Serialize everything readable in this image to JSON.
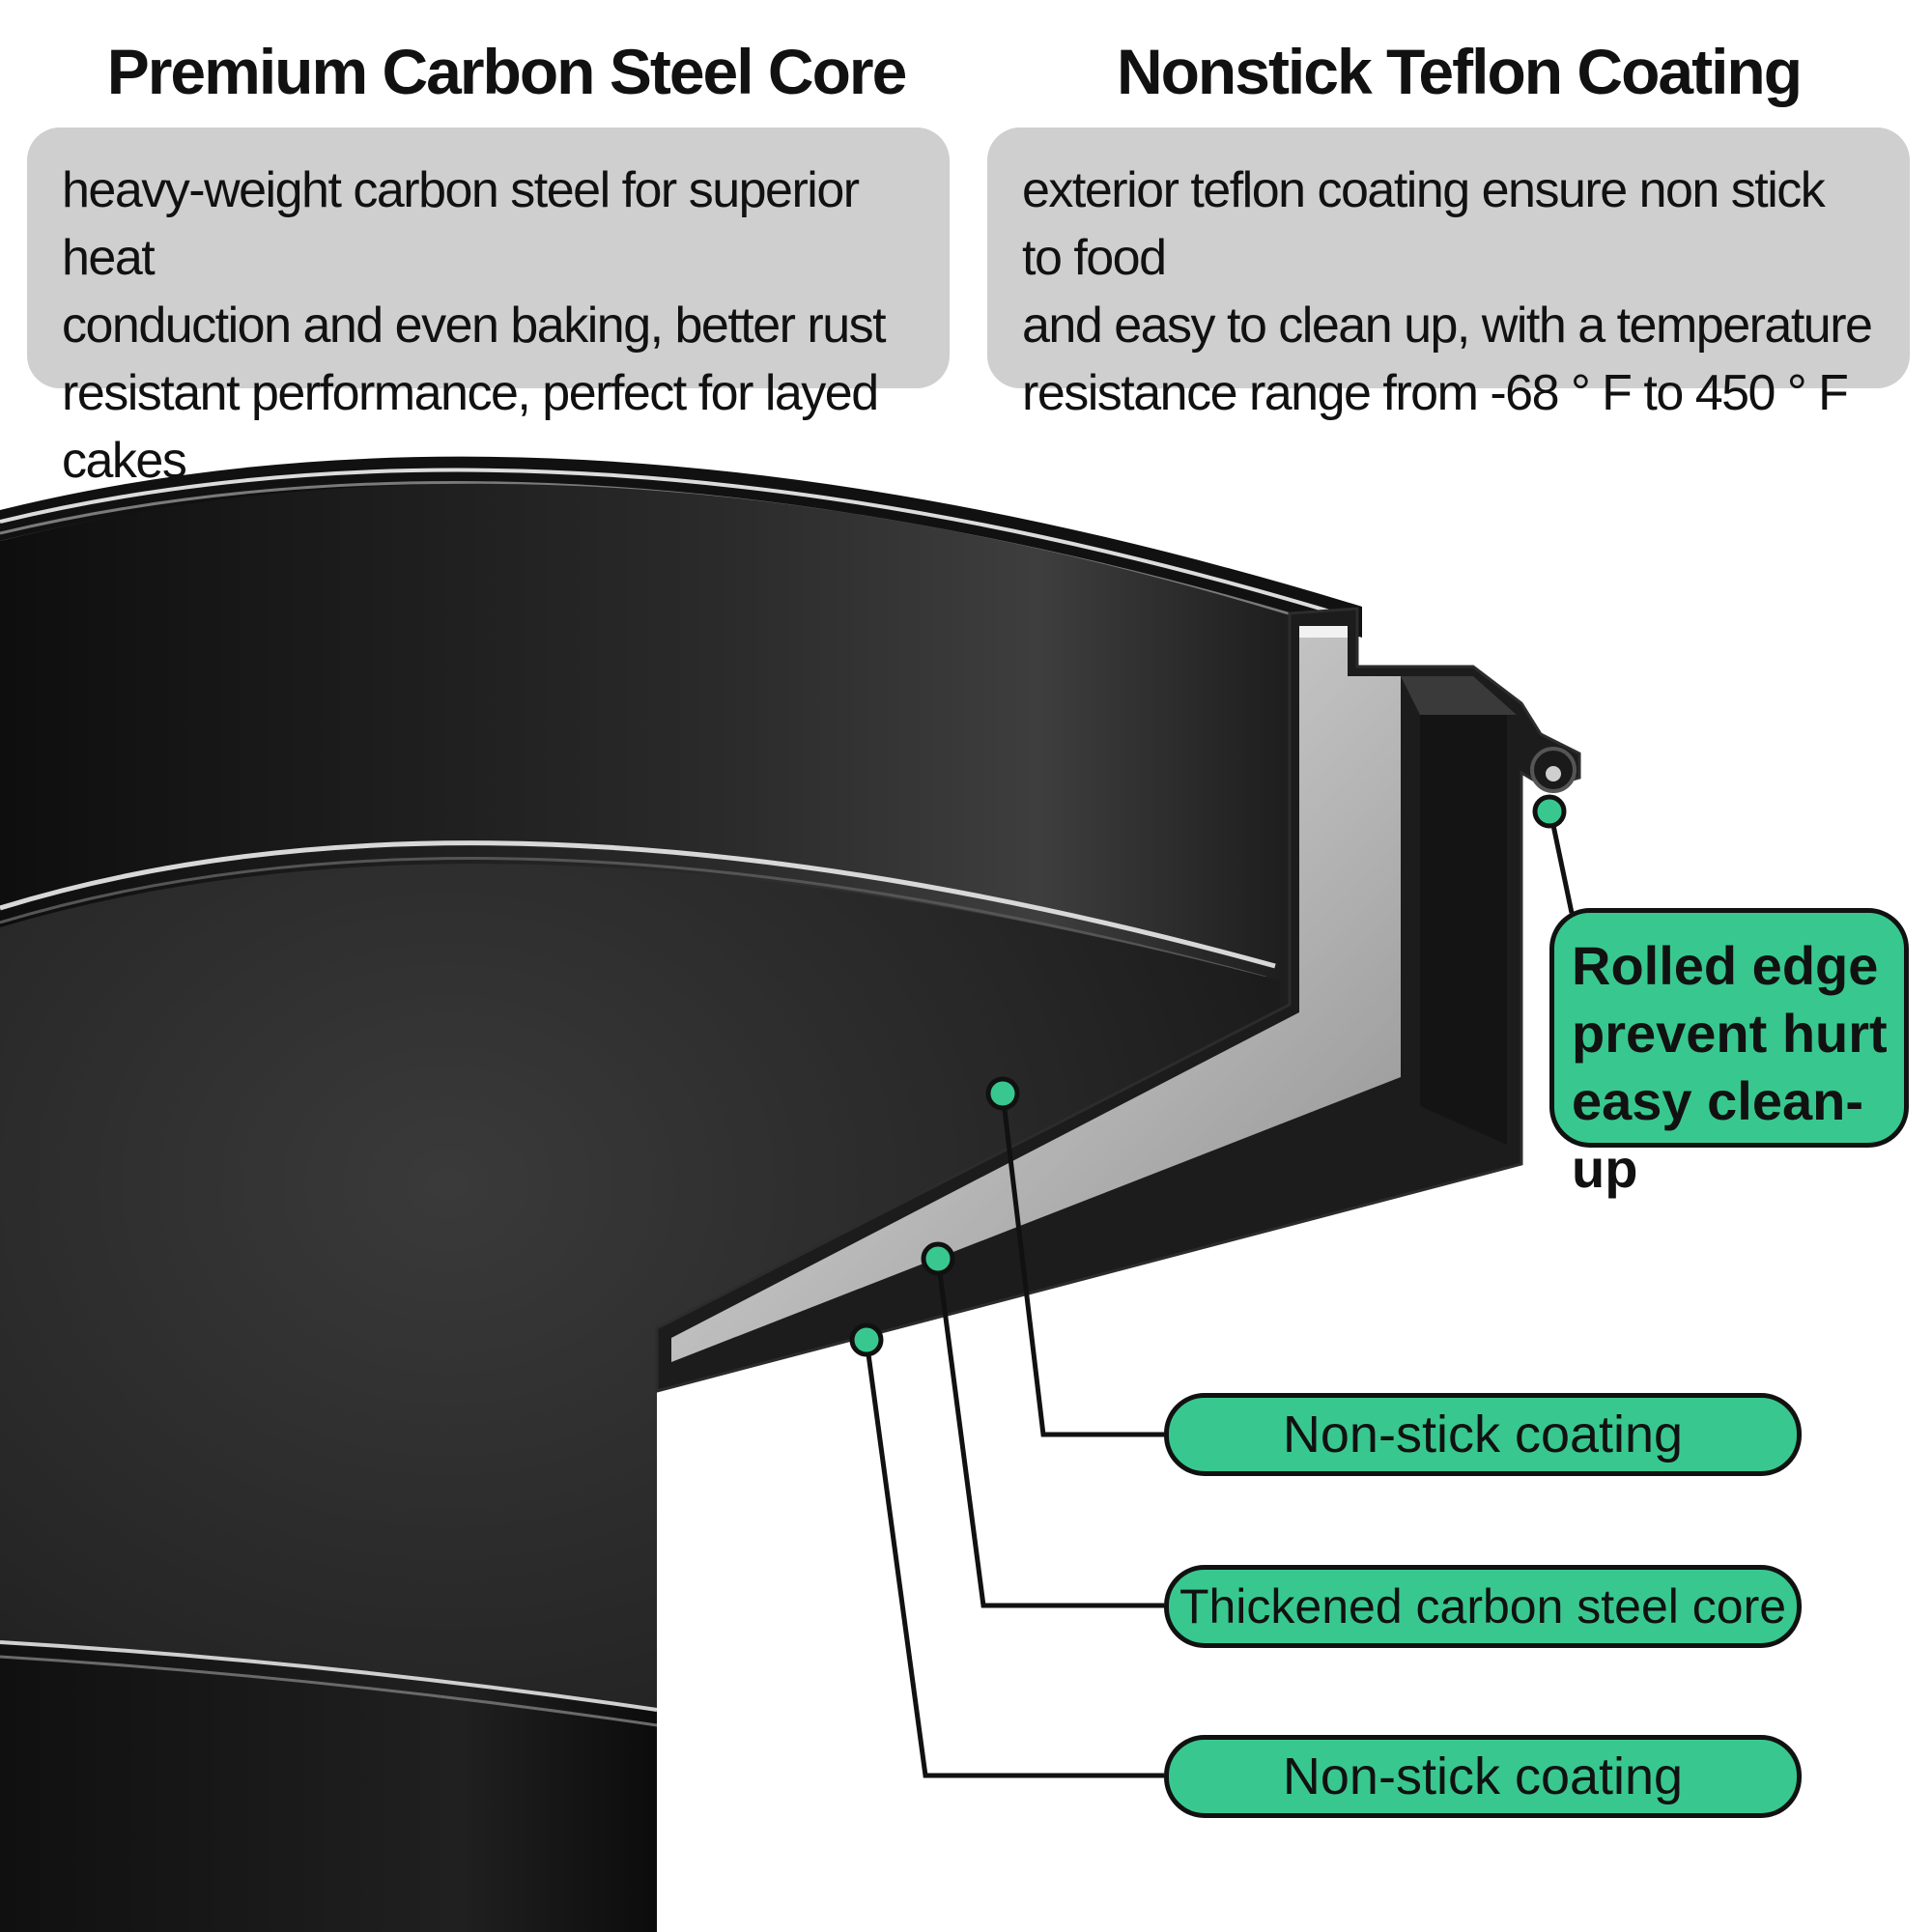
{
  "sections": [
    {
      "title": "Premium Carbon Steel Core",
      "lines": [
        "heavy-weight carbon steel for superior heat",
        "conduction and even baking, better rust",
        "resistant performance, perfect for layed cakes"
      ]
    },
    {
      "title": "Nonstick Teflon Coating",
      "lines": [
        "exterior teflon coating ensure non stick to food",
        "and easy to clean up, with a temperature",
        "resistance range from -68 ° F to 450 ° F"
      ]
    }
  ],
  "callouts": {
    "rolled_edge": [
      "Rolled edge",
      "prevent hurt",
      "easy clean-up"
    ],
    "inner_coating": "Non-stick coating",
    "core": "Thickened carbon steel core",
    "outer_coating": "Non-stick coating"
  },
  "colors": {
    "callout_fill": "#38c88f",
    "panel_fill": "#cfcfcf",
    "pan_body": "#1a1a1a",
    "steel_core": "#b9b9b9"
  }
}
